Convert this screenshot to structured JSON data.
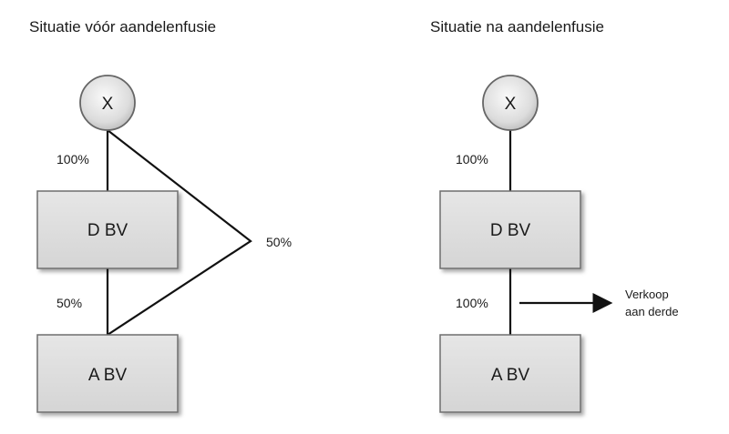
{
  "left": {
    "title": "Situatie vóór aandelenfusie",
    "shareholder": "X",
    "box_top": "D BV",
    "box_bottom": "A BV",
    "pct_x_to_d": "100%",
    "pct_d_to_a": "50%",
    "pct_x_to_a": "50%"
  },
  "right": {
    "title": "Situatie na aandelenfusie",
    "shareholder": "X",
    "box_top": "D BV",
    "box_bottom": "A BV",
    "pct_x_to_d": "100%",
    "pct_d_to_a": "100%",
    "sale_note_line1": "Verkoop",
    "sale_note_line2": "aan derde"
  }
}
